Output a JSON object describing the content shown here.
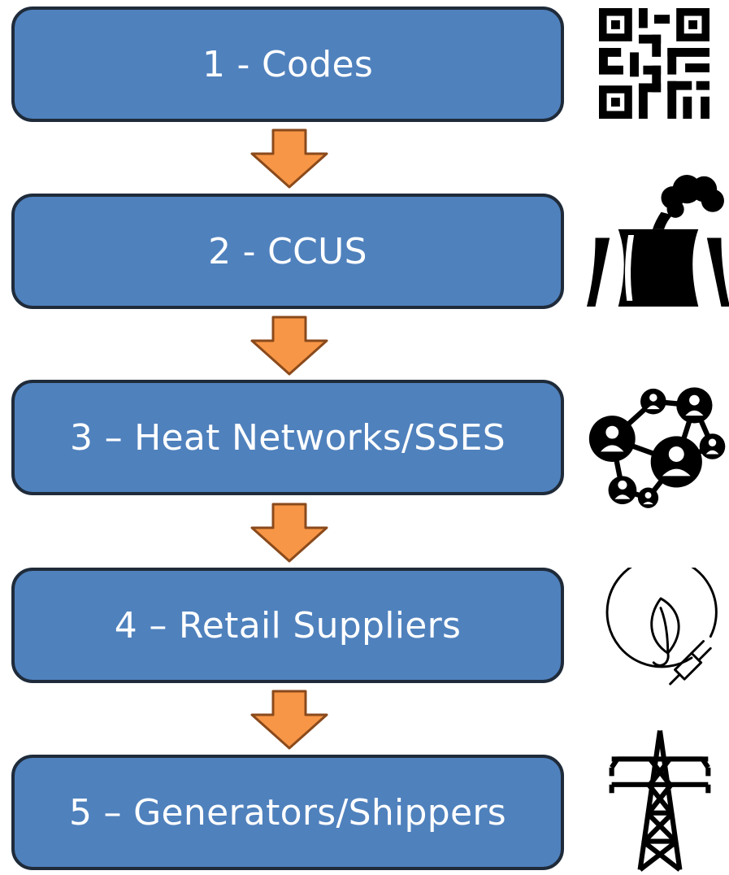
{
  "colors": {
    "box_fill": "#4f81bd",
    "box_border": "#1f2b3a",
    "arrow_fill": "#f79646",
    "arrow_stroke": "#8a4a1c",
    "icon": "#000000",
    "text": "#ffffff"
  },
  "steps": [
    {
      "label": "1 - Codes",
      "icon": "qr-code-icon"
    },
    {
      "label": "2 - CCUS",
      "icon": "cooling-tower-icon"
    },
    {
      "label": "3 – Heat Networks/SSES",
      "icon": "network-people-icon"
    },
    {
      "label": "4 – Retail Suppliers",
      "icon": "leaf-plug-icon"
    },
    {
      "label": "5 – Generators/Shippers",
      "icon": "pylon-icon"
    }
  ]
}
